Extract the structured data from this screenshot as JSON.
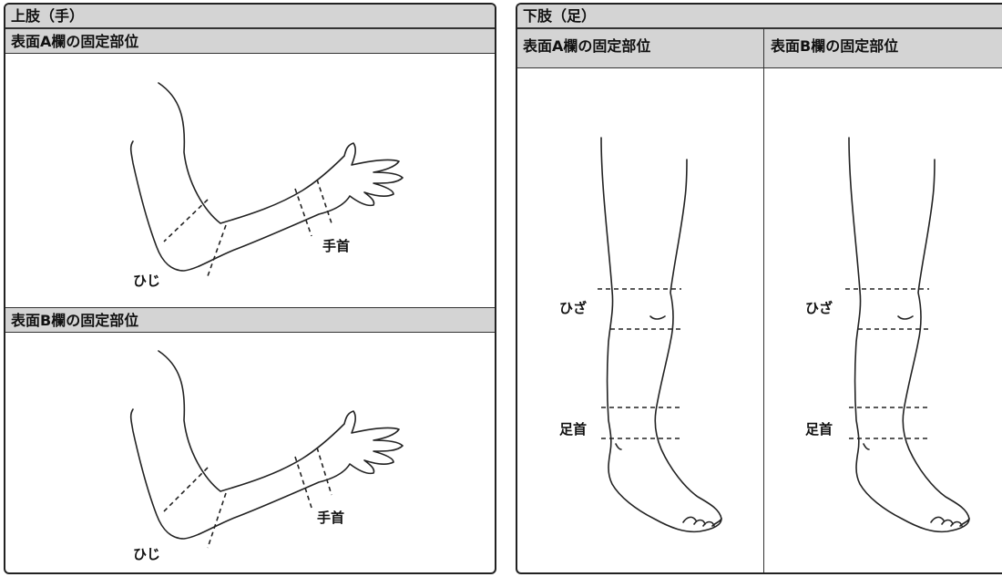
{
  "upper": {
    "title": "上肢（手）",
    "section_a": {
      "title": "表面A欄の固定部位",
      "labels": {
        "elbow": "ひじ",
        "wrist": "手首"
      }
    },
    "section_b": {
      "title": "表面B欄の固定部位",
      "labels": {
        "elbow": "ひじ",
        "wrist": "手首"
      }
    }
  },
  "lower": {
    "title": "下肢（足）",
    "section_a": {
      "title": "表面A欄の固定部位",
      "labels": {
        "knee": "ひざ",
        "ankle": "足首"
      }
    },
    "section_b": {
      "title": "表面B欄の固定部位",
      "labels": {
        "knee": "ひざ",
        "ankle": "足首"
      }
    }
  }
}
